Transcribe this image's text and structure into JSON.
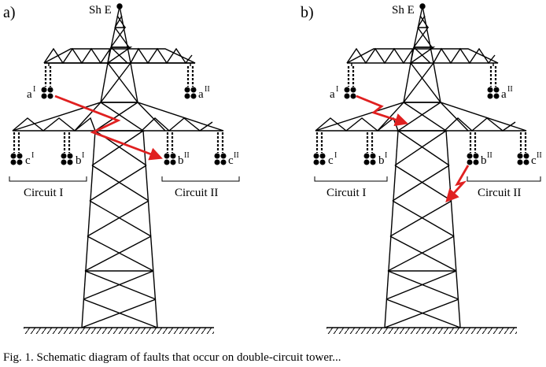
{
  "panels": [
    {
      "id": "a",
      "label": "a)",
      "shield_label": "Sh E",
      "circuit_left": "Circuit I",
      "circuit_right": "Circuit II",
      "phases": {
        "top_left": {
          "letter": "a",
          "sup": "I"
        },
        "top_right": {
          "letter": "a",
          "sup": "II"
        },
        "mid_1": {
          "letter": "c",
          "sup": "I"
        },
        "mid_2": {
          "letter": "b",
          "sup": "I"
        },
        "mid_3": {
          "letter": "b",
          "sup": "II"
        },
        "mid_4": {
          "letter": "c",
          "sup": "II"
        }
      }
    },
    {
      "id": "b",
      "label": "b)",
      "shield_label": "Sh E",
      "circuit_left": "Circuit I",
      "circuit_right": "Circuit II",
      "phases": {
        "top_left": {
          "letter": "a",
          "sup": "I"
        },
        "top_right": {
          "letter": "a",
          "sup": "II"
        },
        "mid_1": {
          "letter": "c",
          "sup": "I"
        },
        "mid_2": {
          "letter": "b",
          "sup": "I"
        },
        "mid_3": {
          "letter": "b",
          "sup": "II"
        },
        "mid_4": {
          "letter": "c",
          "sup": "II"
        }
      }
    }
  ],
  "caption": "Fig. 1.  Schematic diagram of faults that occur on double-circuit tower...",
  "fault_color": "#e02020"
}
